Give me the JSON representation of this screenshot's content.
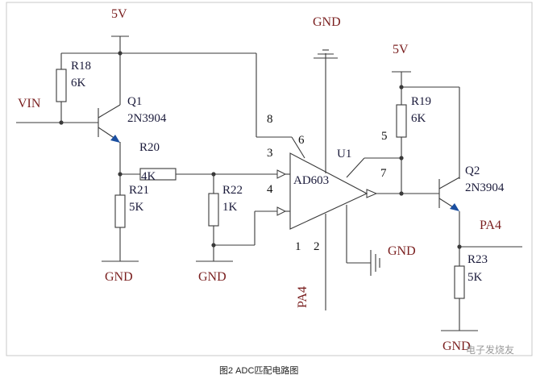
{
  "labels": {
    "v5_left": "5V",
    "v5_right": "5V",
    "gnd_top": "GND",
    "gnd_r21": "GND",
    "gnd_r22": "GND",
    "gnd_u1": "GND",
    "gnd_r23": "GND",
    "vin": "VIN",
    "pa4_pin": "PA4",
    "pa4_out": "PA4"
  },
  "components": {
    "r18": {
      "name": "R18",
      "value": "6K"
    },
    "q1": {
      "name": "Q1",
      "part": "2N3904"
    },
    "r20": {
      "name": "R20",
      "value": "4K"
    },
    "r21": {
      "name": "R21",
      "value": "5K"
    },
    "r22": {
      "name": "R22",
      "value": "1K"
    },
    "u1": {
      "name": "U1",
      "part": "AD603"
    },
    "r19": {
      "name": "R19",
      "value": "6K"
    },
    "q2": {
      "name": "Q2",
      "part": "2N3904"
    },
    "r23": {
      "name": "R23",
      "value": "5K"
    }
  },
  "pins": {
    "p8": "8",
    "p6": "6",
    "p3": "3",
    "p4": "4",
    "p5": "5",
    "p7": "7",
    "p1": "1",
    "p2": "2"
  },
  "caption": "图2 ADC匹配电路图",
  "watermark": "电子发烧友"
}
